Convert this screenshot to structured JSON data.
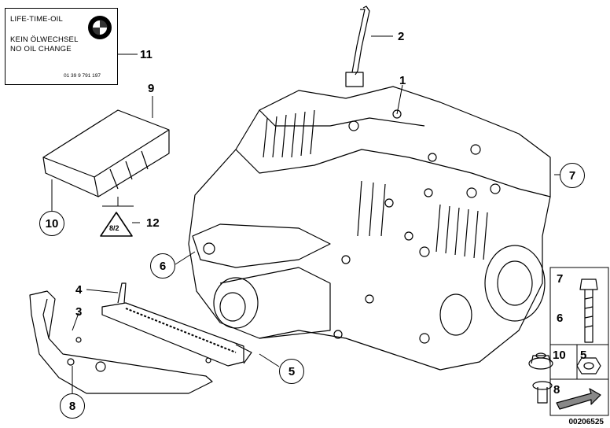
{
  "label_sticker": {
    "line1": "LIFE-TIME-OIL",
    "line2": "KEIN ÖLWECHSEL",
    "line3": "NO OIL CHANGE",
    "part_no": "01 39 9 791 197",
    "logo": "BMW"
  },
  "callouts": {
    "c1": "1",
    "c2": "2",
    "c3": "3",
    "c4": "4",
    "c5": "5",
    "c6": "6",
    "c7": "7",
    "c8": "8",
    "c9": "9",
    "c10": "10",
    "c11": "11",
    "c12": "12"
  },
  "warning_text": "8/2",
  "legend": {
    "r1a": "7",
    "r1b": "6",
    "r2a": "10",
    "r2b": "5",
    "r3a": "8"
  },
  "image_id": "00206525"
}
